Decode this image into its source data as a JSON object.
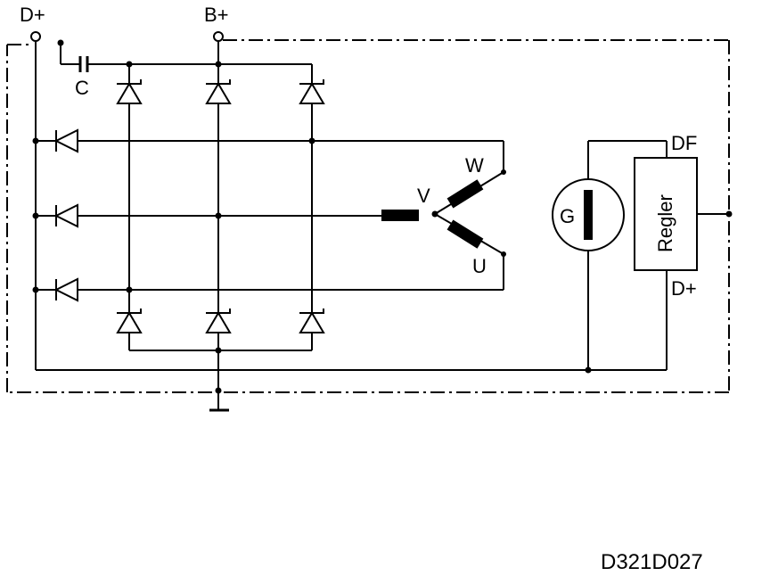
{
  "terminals": {
    "d_plus_top": "D+",
    "b_plus": "B+",
    "df": "DF",
    "d_plus_regulator": "D+"
  },
  "components": {
    "capacitor": "C",
    "generator": "G",
    "regulator": "Regler"
  },
  "windings": {
    "v": "V",
    "w": "W",
    "u": "U"
  },
  "drawing_code": "D321D027",
  "colors": {
    "ink": "#000000",
    "background": "#ffffff"
  }
}
